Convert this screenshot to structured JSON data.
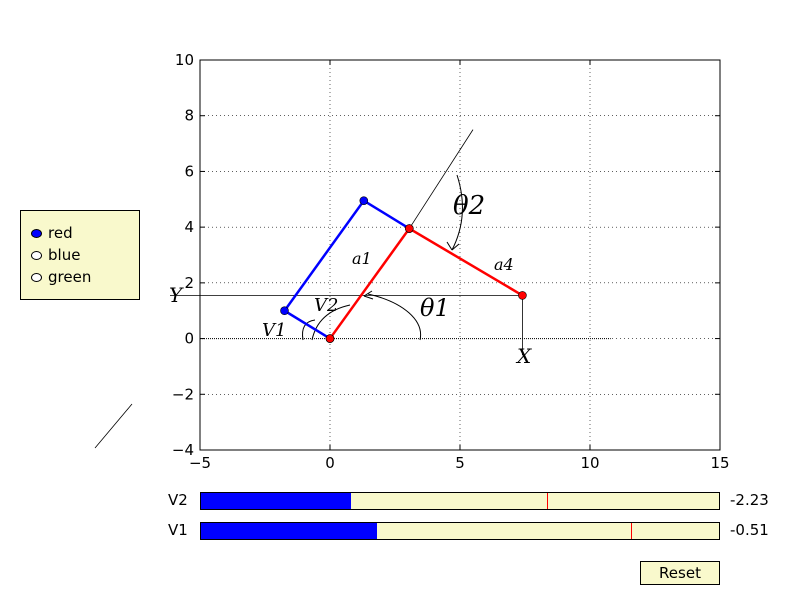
{
  "chart_data": {
    "type": "line",
    "title": "",
    "xlabel": "",
    "ylabel": "",
    "xlim": [
      -5,
      15
    ],
    "ylim": [
      -4,
      10
    ],
    "xticks": [
      -5,
      0,
      5,
      10,
      15
    ],
    "yticks": [
      -4,
      -2,
      0,
      2,
      4,
      6,
      8,
      10
    ],
    "grid": true,
    "series": [
      {
        "color": "#0000ff",
        "x": [
          0,
          -1.75,
          1.3,
          3.05
        ],
        "y": [
          0,
          1.0,
          4.95,
          3.95
        ]
      },
      {
        "color": "#ff0000",
        "x": [
          0,
          3.05,
          7.4
        ],
        "y": [
          0,
          3.95,
          1.55
        ]
      }
    ],
    "annotations": {
      "theta1": "θ1",
      "theta2": "θ2",
      "a1": "a1",
      "a4": "a4",
      "v1": "V1",
      "v2": "V2",
      "x_axis": "X",
      "y_axis": "Y"
    },
    "guide_lines": {
      "baseline": {
        "x": [
          -5,
          10.8
        ],
        "y": [
          0,
          0
        ]
      },
      "horizontal_y": {
        "x": [
          -5,
          7.4
        ],
        "y": [
          1.55,
          1.55
        ]
      },
      "vertical_x": {
        "x": [
          7.4,
          7.4
        ],
        "y": [
          1.55,
          -0.6
        ]
      },
      "extension": {
        "x": [
          3.05,
          5.5
        ],
        "y": [
          3.95,
          7.5
        ]
      }
    }
  },
  "colors": {
    "accent": "#0000ff",
    "red": "#ff0000",
    "panel": "#f9f9cc"
  },
  "radio": {
    "options": [
      {
        "label": "red",
        "selected": true
      },
      {
        "label": "blue",
        "selected": false
      },
      {
        "label": "green",
        "selected": false
      }
    ]
  },
  "sliders": [
    {
      "label": "V2",
      "value_text": "-2.23",
      "fill_fraction": 0.29,
      "marker_fraction": 0.667
    },
    {
      "label": "V1",
      "value_text": "-0.51",
      "fill_fraction": 0.34,
      "marker_fraction": 0.83
    }
  ],
  "reset": {
    "label": "Reset"
  }
}
